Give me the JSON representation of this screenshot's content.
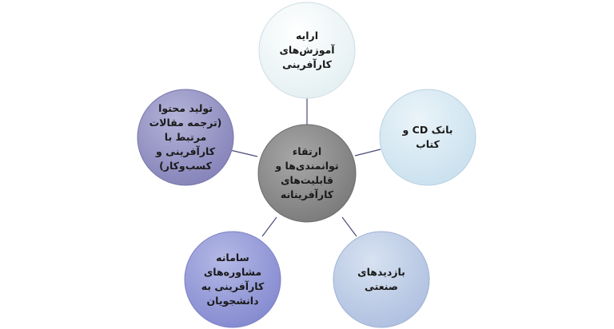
{
  "diagram": {
    "center": {
      "label": "ارتقاء توانمندی‌ها و قابلیت‌های کارآفرینانه",
      "fill": "#8e8e8e"
    },
    "nodes": [
      {
        "id": "top",
        "label": "ارایه آموزش‌های کارآفرینی",
        "fill": "#eef6f8"
      },
      {
        "id": "right",
        "label": "بانک CD و کتاب",
        "fill": "#d9ebf4"
      },
      {
        "id": "bottom-right",
        "label": "بازدیدهای صنعتی",
        "fill": "#c3d3e9"
      },
      {
        "id": "bottom-left",
        "label": "سامانه مشاوره‌های کارآفرینی به دانشجویان",
        "fill": "#9aa0d8"
      },
      {
        "id": "left",
        "label": "تولید محتوا (ترجمه مقالات مرتبط با کارآفرینی و کسب‌وکار)",
        "fill": "#9c9bc8"
      }
    ],
    "connector_color": "#4a4a7a"
  }
}
